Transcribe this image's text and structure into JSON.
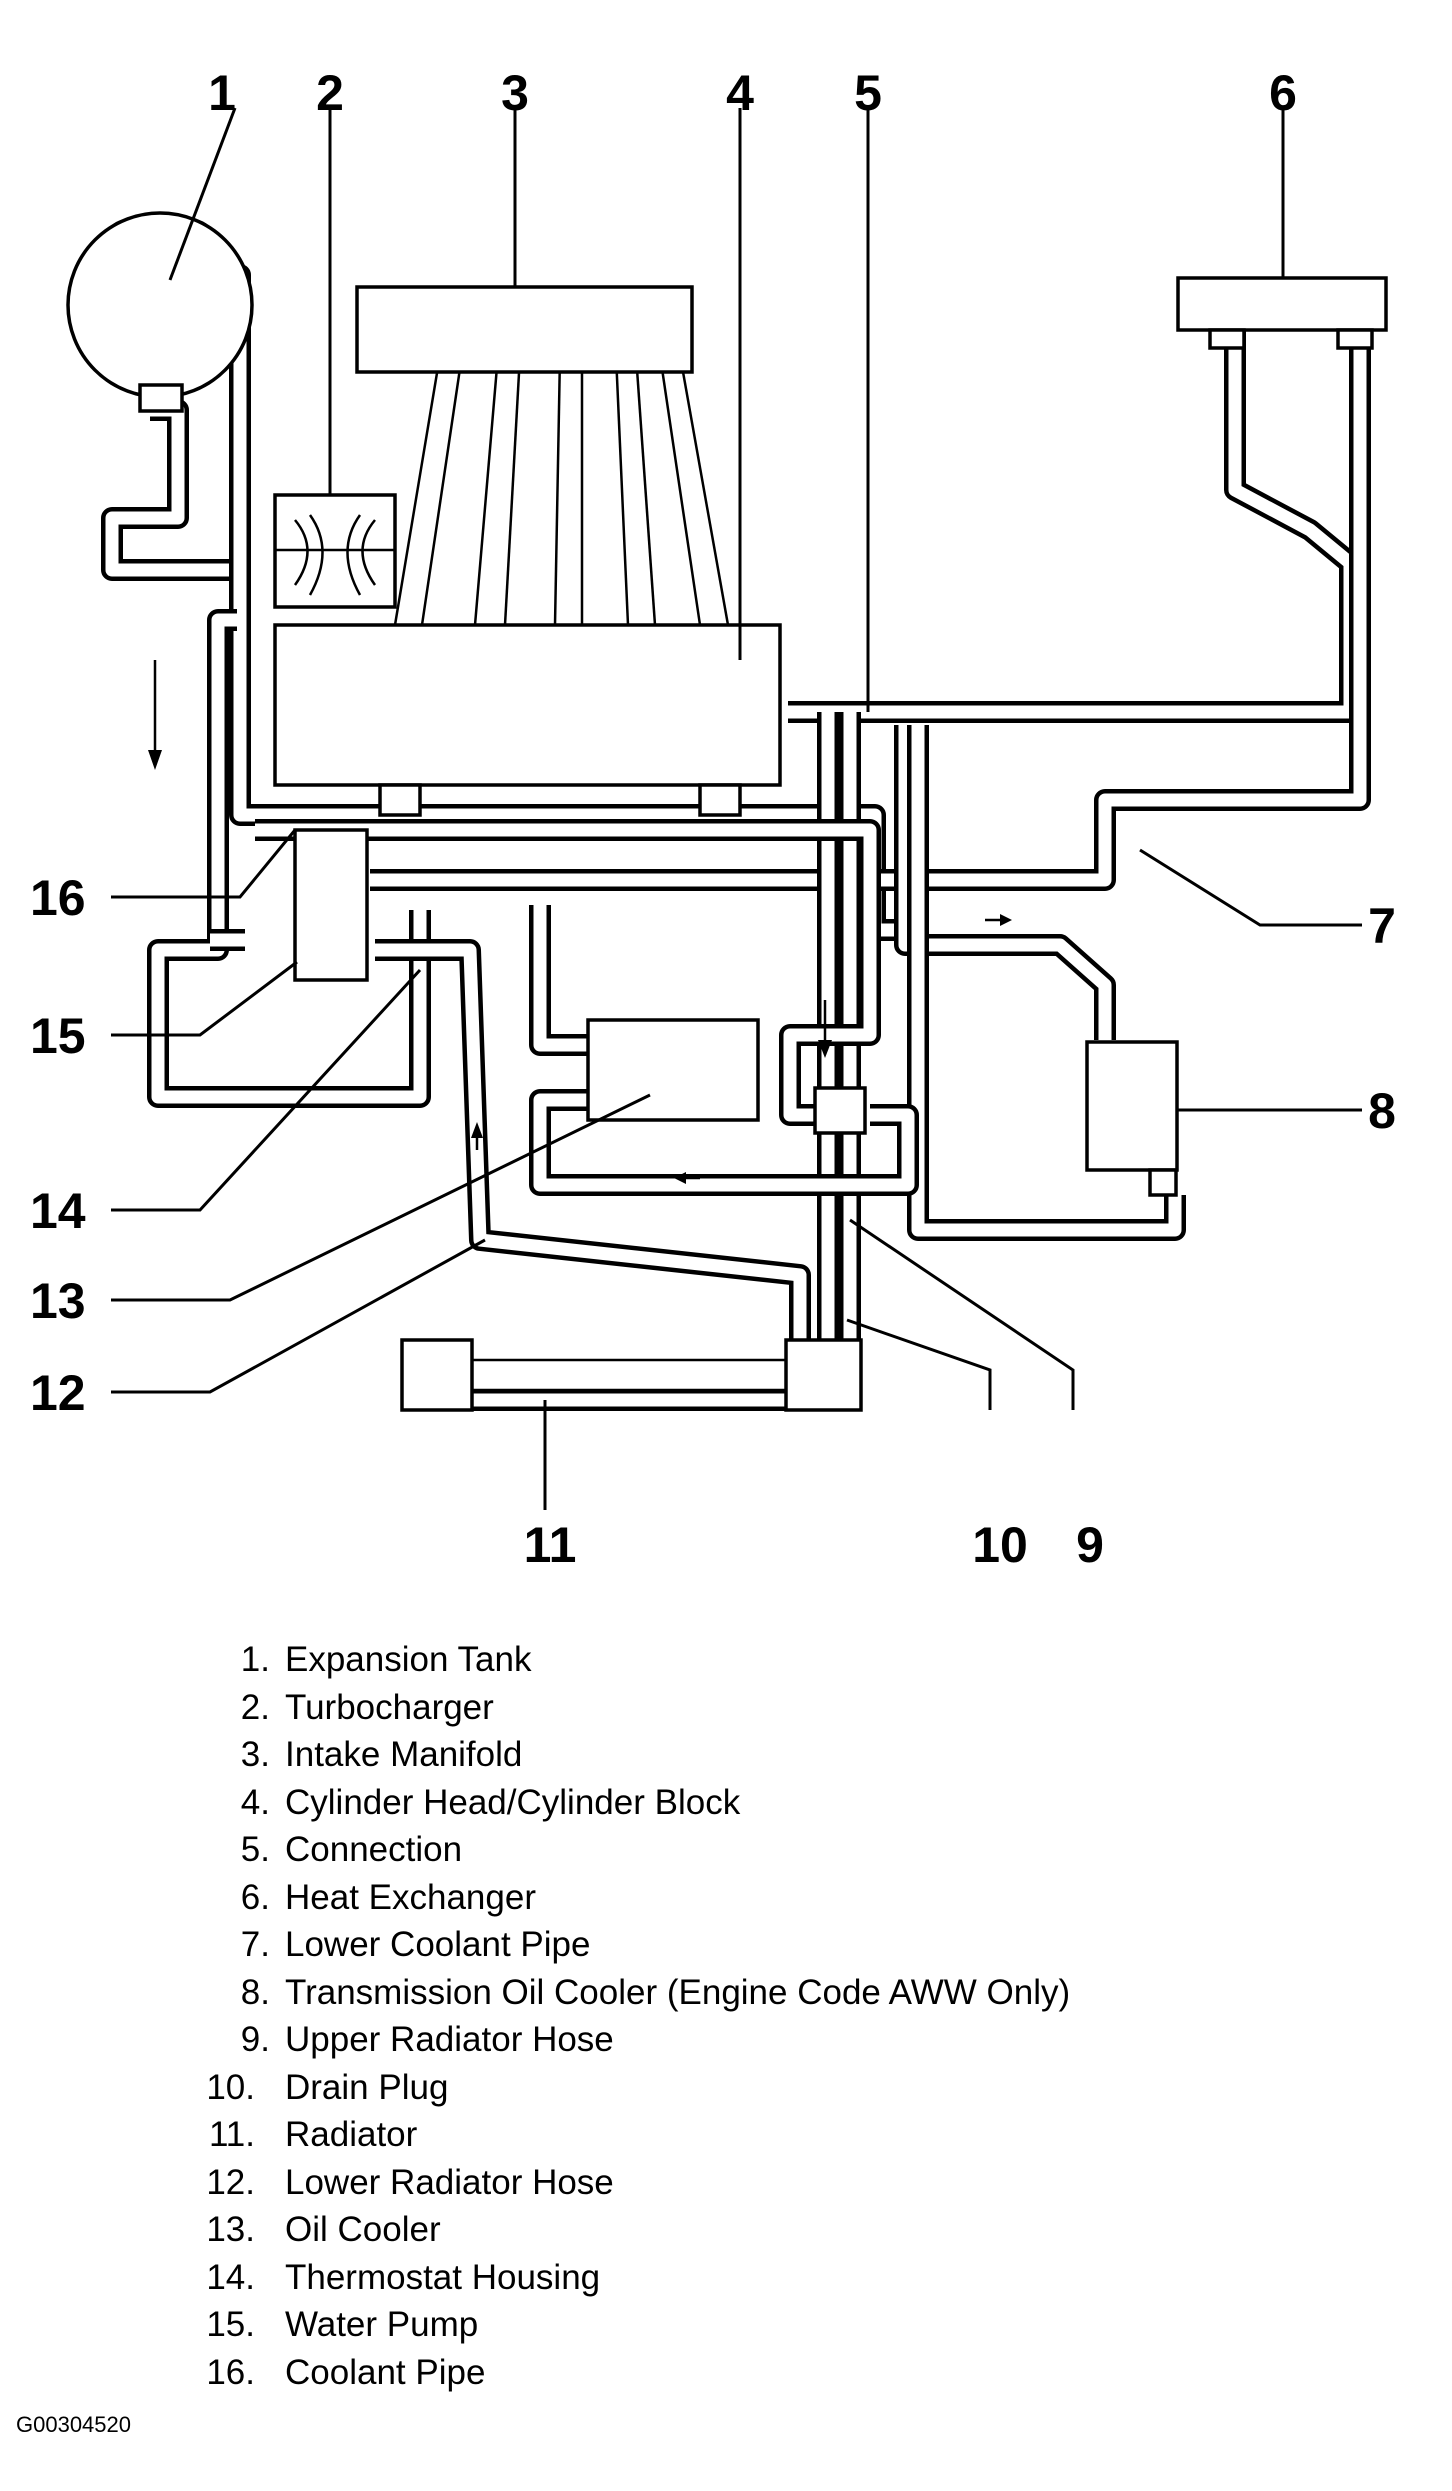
{
  "callouts": [
    "1",
    "2",
    "3",
    "4",
    "5",
    "6",
    "7",
    "8",
    "9",
    "10",
    "11",
    "12",
    "13",
    "14",
    "15",
    "16"
  ],
  "legend": [
    {
      "num": "1.",
      "label": "Expansion Tank"
    },
    {
      "num": "2.",
      "label": "Turbocharger"
    },
    {
      "num": "3.",
      "label": "Intake Manifold"
    },
    {
      "num": "4.",
      "label": "Cylinder Head/Cylinder Block"
    },
    {
      "num": "5.",
      "label": "Connection"
    },
    {
      "num": "6.",
      "label": "Heat Exchanger"
    },
    {
      "num": "7.",
      "label": "Lower Coolant Pipe"
    },
    {
      "num": "8.",
      "label": "Transmission Oil Cooler (Engine Code AWW Only)"
    },
    {
      "num": "9.",
      "label": "Upper Radiator Hose"
    },
    {
      "num": "10.",
      "label": "Drain Plug"
    },
    {
      "num": "11.",
      "label": "Radiator"
    },
    {
      "num": "12.",
      "label": "Lower Radiator Hose"
    },
    {
      "num": "13.",
      "label": "Oil Cooler"
    },
    {
      "num": "14.",
      "label": "Thermostat Housing"
    },
    {
      "num": "15.",
      "label": "Water Pump"
    },
    {
      "num": "16.",
      "label": "Coolant Pipe"
    }
  ],
  "figure_id": "G00304520"
}
